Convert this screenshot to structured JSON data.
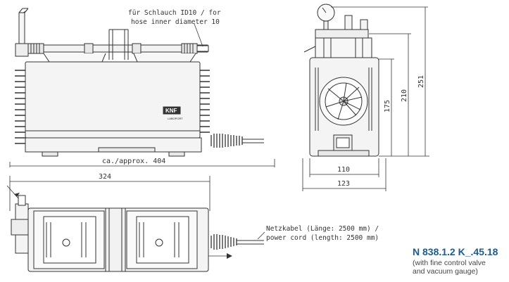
{
  "annotations": {
    "hose_line1": "für Schlauch ID10 / for",
    "hose_line2": "hose inner diameter 10",
    "cord_line1": "Netzkabel (Länge: 2500 mm) /",
    "cord_line2": "power cord (length: 2500 mm)"
  },
  "dimensions": {
    "approx_404": "ca./approx. 404",
    "d324": "324",
    "d110": "110",
    "d123": "123",
    "d175": "175",
    "d210": "210",
    "d251": "251"
  },
  "brand": {
    "logo": "KNF",
    "text": "LABOPORT"
  },
  "product": {
    "model": "N 838.1.2 K_.45.18",
    "note_line1": "(with fine control valve",
    "note_line2": "and vacuum gauge)"
  },
  "colors": {
    "line": "#333333",
    "accent": "#1a5a9e",
    "fill": "#f2f2f2"
  }
}
